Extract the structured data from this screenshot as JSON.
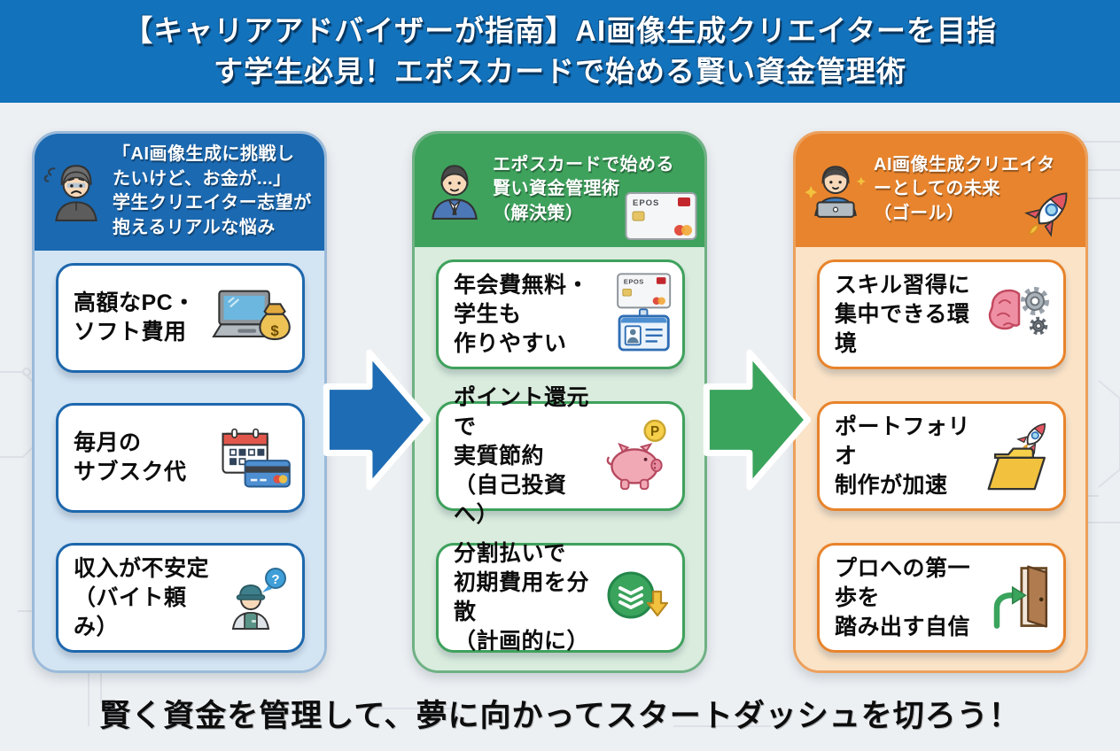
{
  "banner": {
    "text": "【キャリアアドバイザーが指南】AI画像生成クリエイターを目指\nす学生必見！エポスカードで始める賢い資金管理術",
    "bg_color": "#1272bc"
  },
  "columns": [
    {
      "role": "problem",
      "header": {
        "title": "「AI画像生成に挑戦し\nたいけど、お金が...」\n学生クリエイター志望が\n抱えるリアルな悩み",
        "icon": "worried-student-icon"
      },
      "items": [
        {
          "text": "高額なPC・\nソフト費用",
          "icon": "laptop-money-bag-icon"
        },
        {
          "text": "毎月の\nサブスク代",
          "icon": "calendar-credit-card-icon"
        },
        {
          "text": "収入が不安定\n（バイト頼み）",
          "icon": "part-time-worker-question-icon"
        }
      ],
      "colors": {
        "accent": "#1d67ad",
        "header_bg": "#1b69b1",
        "body_bg": "#d3e4f3",
        "border": "#9bbad9"
      }
    },
    {
      "role": "solution",
      "header": {
        "title": "エポスカードで始める\n賢い資金管理術\n（解決策）",
        "icon": "advisor-icon",
        "side_icon": "epos-card-icon"
      },
      "items": [
        {
          "text": "年会費無料・\n学生も\n作りやすい",
          "icon": "credit-card-id-badge-icon"
        },
        {
          "text": "ポイント還元で\n実質節約\n（自己投資へ）",
          "icon": "piggy-bank-point-icon"
        },
        {
          "text": "分割払いで\n初期費用を分散\n（計画的に）",
          "icon": "installment-coins-icon"
        }
      ],
      "colors": {
        "accent": "#3fa15c",
        "header_bg": "#3ea25c",
        "body_bg": "#d9ecdd",
        "border": "#6fb184"
      }
    },
    {
      "role": "goal",
      "header": {
        "title": "AI画像生成クリエイタ\nーとしての未来\n（ゴール）",
        "icon": "creator-at-laptop-icon",
        "side_icon": "rocket-icon"
      },
      "items": [
        {
          "text": "スキル習得に\n集中できる環境",
          "icon": "brain-gears-icon"
        },
        {
          "text": "ポートフォリオ\n制作が加速",
          "icon": "folder-rocket-icon"
        },
        {
          "text": "プロへの第一歩を\n踏み出す自信",
          "icon": "door-step-icon"
        }
      ],
      "colors": {
        "accent": "#e8832b",
        "header_bg": "#e8842d",
        "body_bg": "#fae3c7",
        "border": "#eca05c"
      }
    }
  ],
  "arrows": [
    {
      "direction": "right",
      "color": "#1e6cb4"
    },
    {
      "direction": "right",
      "color": "#3aa45c"
    }
  ],
  "footer": {
    "text": "賢く資金を管理して、夢に向かってスタートダッシュを切ろう！"
  },
  "epos_card": {
    "brand": "EPOS"
  },
  "glyphs": {
    "dollar": "$",
    "question": "?",
    "point": "P"
  }
}
